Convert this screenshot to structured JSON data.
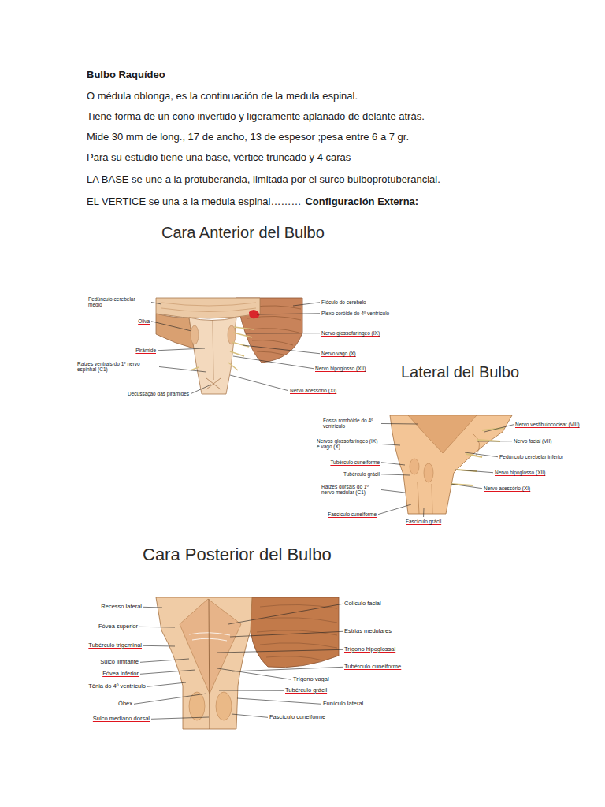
{
  "diagram": {
    "title": "Bulbo Raquídeo",
    "labels": [
      "O médula oblonga, es la continuación de la medula espinal.",
      "Tiene forma de un cono invertido y ligeramente aplanado de delante atrás.",
      "Mide 30 mm de long., 17 de ancho, 13 de espesor ;pesa entre 6 a 7 gr.",
      "Para su estudio tiene una base, vértice truncado y 4 caras",
      "LA BASE se une a la protuberancia, limitada por el surco bulboprotuberancial.",
      "EL VERTICE se una a la medula espinal………",
      "Configuración Externa:",
      "Cara Anterior del Bulbo",
      "Pedúnculo cerebelar médio",
      "Oliva",
      "Pirâmide",
      "Raízes ventrais do 1º nervo espinhal (C1)",
      "Decussação das pirâmides",
      "Flóculo do cerebelo",
      "Plexo coróide do 4º ventrículo",
      "Nervo glossofaríngeo (IX)",
      "Nervo vago (X)",
      "Nervo hipoglosso (XII)",
      "Nervo acessório (XI)",
      "Lateral del Bulbo",
      "Fossa rombóide do 4º ventrículo",
      "Nervos glossofaríngeo (IX) e vago (X)",
      "Tubérculo cuneiforme",
      "Tubérculo grácil",
      "Raízes dorsais do 1º nervo medular (C1)",
      "Fascículo cuneiforme",
      "Fascículo grácil",
      "Nervo vestibulococlear (VIII)",
      "Nervo facial (VII)",
      "Pedúnculo cerebelar inferior",
      "Nervo hipoglosso (XII)",
      "Nervo acessório (XI)",
      "Cara Posterior del Bulbo",
      "Recesso lateral",
      "Fóvea superior",
      "Tubérculo trigeminal",
      "Sulco limitante",
      "Fóvea inferior",
      "Tênia do 4º ventrículo",
      "Óbex",
      "Sulco mediano dorsal",
      "Colículo facial",
      "Estrias medulares",
      "Trígono hipoglossal",
      "Tubérculo cuneiforme",
      "Trígono vagal",
      "Tubérculo grácil",
      "Funículo lateral",
      "Fascículo cuneiforme"
    ]
  }
}
